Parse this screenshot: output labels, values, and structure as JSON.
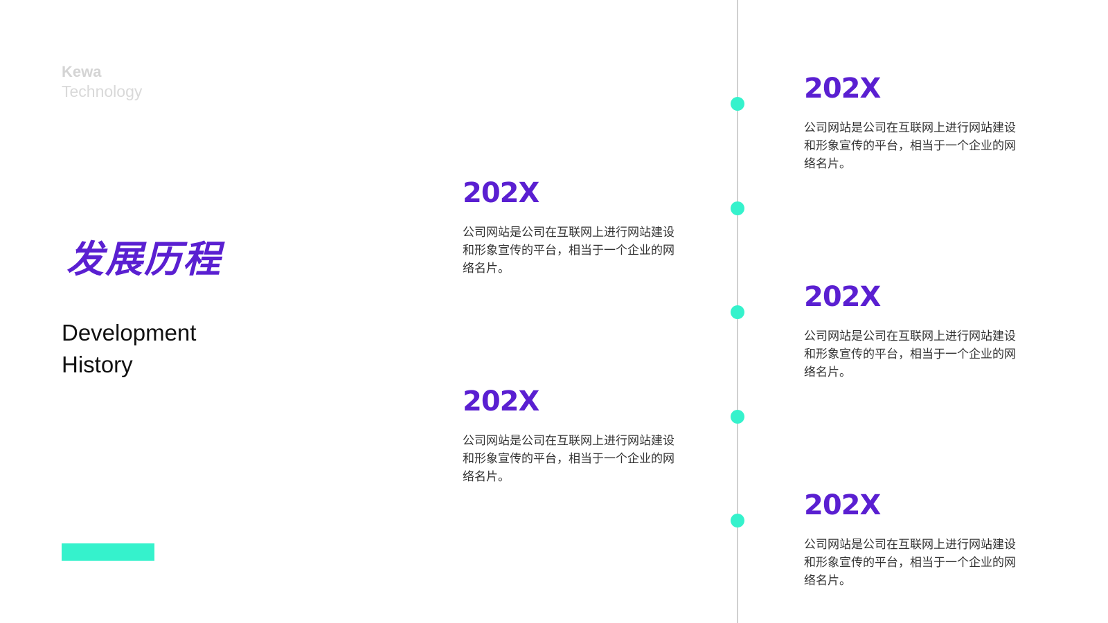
{
  "brand": {
    "line1": "Kewa",
    "line2": "Technology"
  },
  "title": {
    "cn": "发展历程",
    "en_line1": "Development",
    "en_line2": "History"
  },
  "colors": {
    "primary": "#5a1fd1",
    "accent": "#35f2cc",
    "line": "#d0d0d0"
  },
  "timeline": [
    {
      "year": "202X",
      "desc": "公司网站是公司在互联网上进行网站建设和形象宣传的平台，相当于一个企业的网络名片。"
    },
    {
      "year": "202X",
      "desc": "公司网站是公司在互联网上进行网站建设和形象宣传的平台，相当于一个企业的网络名片。"
    },
    {
      "year": "202X",
      "desc": "公司网站是公司在互联网上进行网站建设和形象宣传的平台，相当于一个企业的网络名片。"
    },
    {
      "year": "202X",
      "desc": "公司网站是公司在互联网上进行网站建设和形象宣传的平台，相当于一个企业的网络名片。"
    },
    {
      "year": "202X",
      "desc": "公司网站是公司在互联网上进行网站建设和形象宣传的平台，相当于一个企业的网络名片。"
    }
  ]
}
